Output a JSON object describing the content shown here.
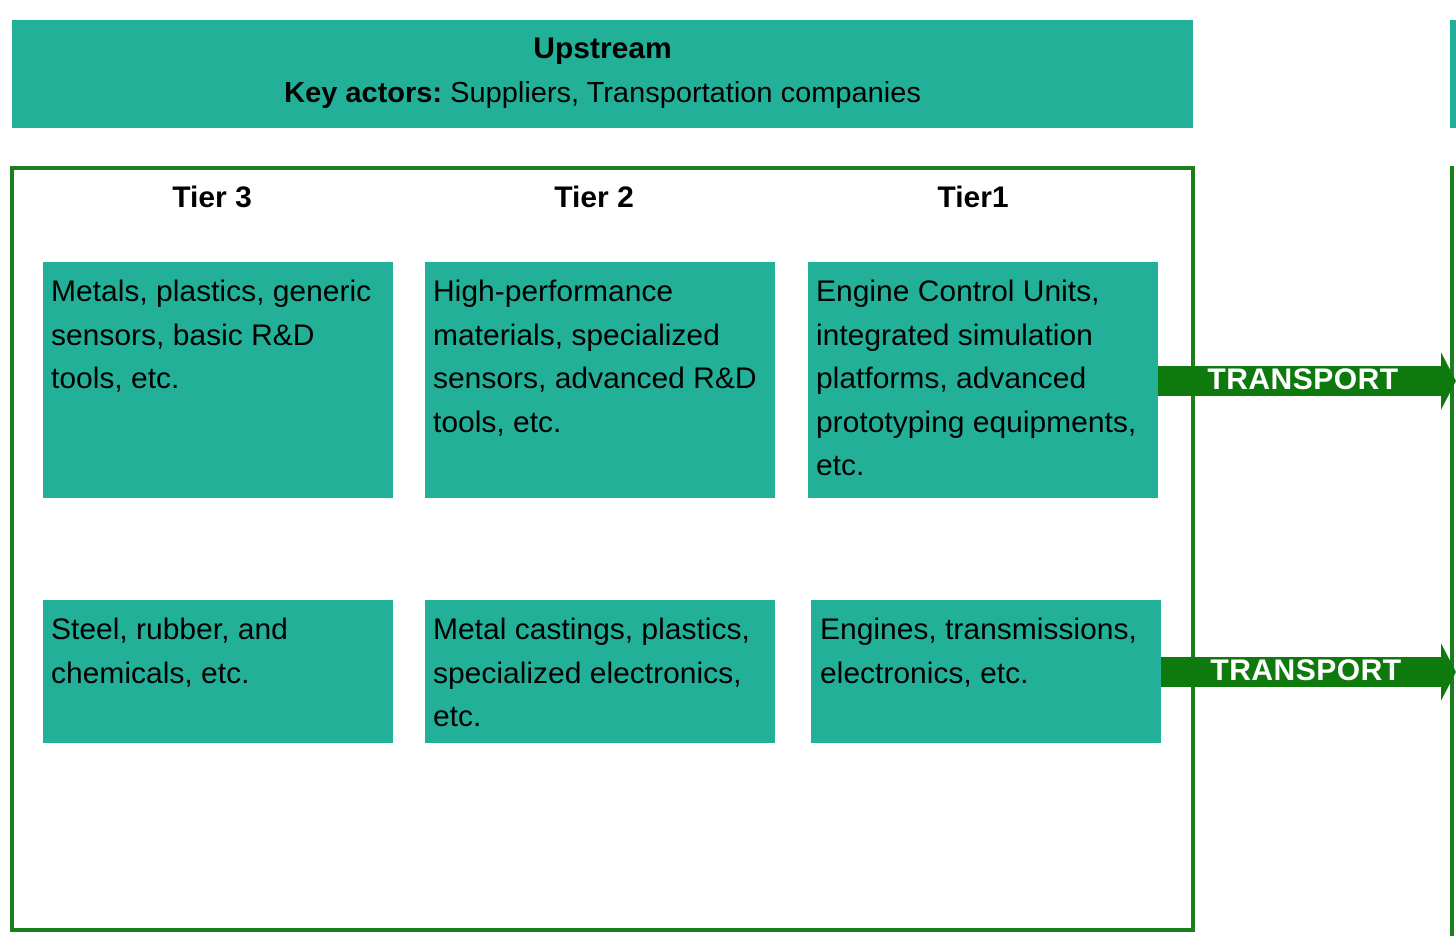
{
  "header": {
    "title": "Upstream",
    "key_actors_label": "Key actors:",
    "key_actors_value": " Suppliers, Transportation companies"
  },
  "tiers": [
    {
      "label": "Tier 3"
    },
    {
      "label": "Tier 2"
    },
    {
      "label": "Tier1"
    }
  ],
  "boxes": {
    "row1": [
      "Metals, plastics, generic sensors, basic R&D tools, etc.",
      "High-performance materials, specialized sensors, advanced R&D tools, etc.",
      "Engine Control Units, integrated simulation platforms, advanced prototyping equipments, etc."
    ],
    "row2": [
      "Steel, rubber, and chemicals, etc.",
      "Metal castings, plastics, specialized electronics, etc.",
      "Engines, transmissions, electronics, etc."
    ]
  },
  "arrows": [
    {
      "label": "TRANSPORT"
    },
    {
      "label": "TRANSPORT"
    }
  ],
  "colors": {
    "teal": "#22B198",
    "green": "#0E7A0E",
    "frame": "#1b7f1b"
  }
}
